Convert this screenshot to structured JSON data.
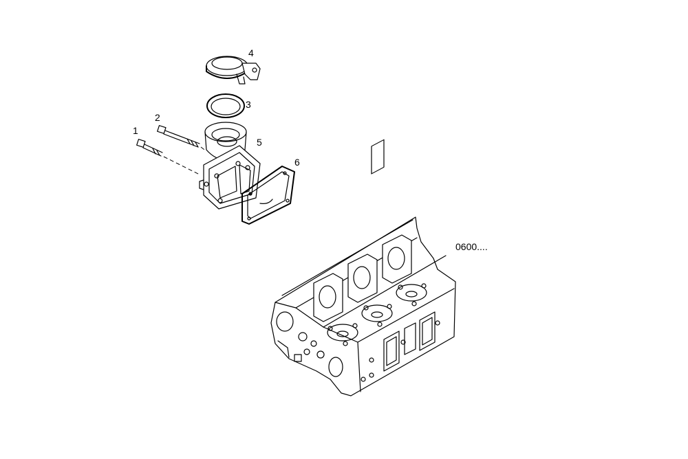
{
  "callouts": {
    "c1": "1",
    "c2": "2",
    "c3": "3",
    "c4": "4",
    "c5": "5",
    "c6": "6"
  },
  "reference": "0600...."
}
